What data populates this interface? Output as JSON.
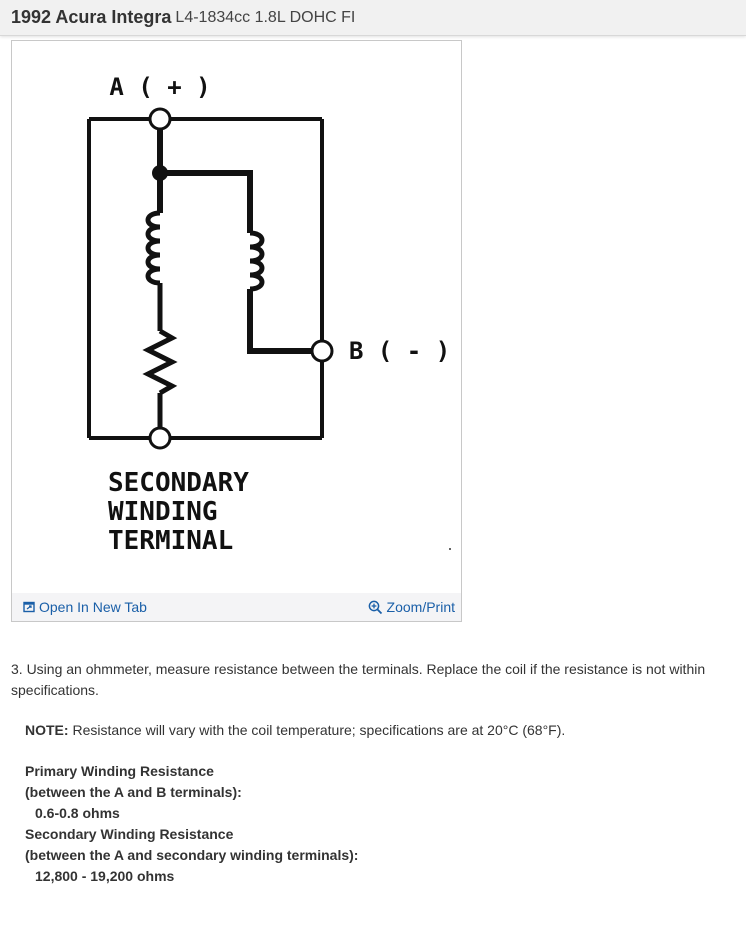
{
  "header": {
    "vehicle": "1992 Acura Integra",
    "engine": "L4-1834cc 1.8L DOHC FI"
  },
  "figure": {
    "label_a": "A ( + )",
    "label_b": "B ( - )",
    "label_secondary_line1": "SECONDARY",
    "label_secondary_line2": "WINDING",
    "label_secondary_line3": "TERMINAL",
    "open_new_tab": "Open In New Tab",
    "zoom_print": "Zoom/Print"
  },
  "content": {
    "step_text": "3. Using an ohmmeter, measure resistance between the terminals. Replace the coil if the resistance is not within specifications.",
    "note_label": "NOTE:",
    "note_text": " Resistance will vary with the coil temperature; specifications are at 20°C (68°F).",
    "primary_title": "Primary Winding Resistance",
    "primary_condition": "(between the A and B terminals):",
    "primary_value": "0.6-0.8 ohms",
    "secondary_title": "Secondary Winding Resistance",
    "secondary_condition": "(between the A and secondary winding terminals):",
    "secondary_value": "12,800 - 19,200 ohms"
  },
  "colors": {
    "link": "#1a5fa8",
    "header_bg": "#f1f1f1"
  },
  "icons": [
    "open-new-tab-icon",
    "zoom-icon"
  ]
}
